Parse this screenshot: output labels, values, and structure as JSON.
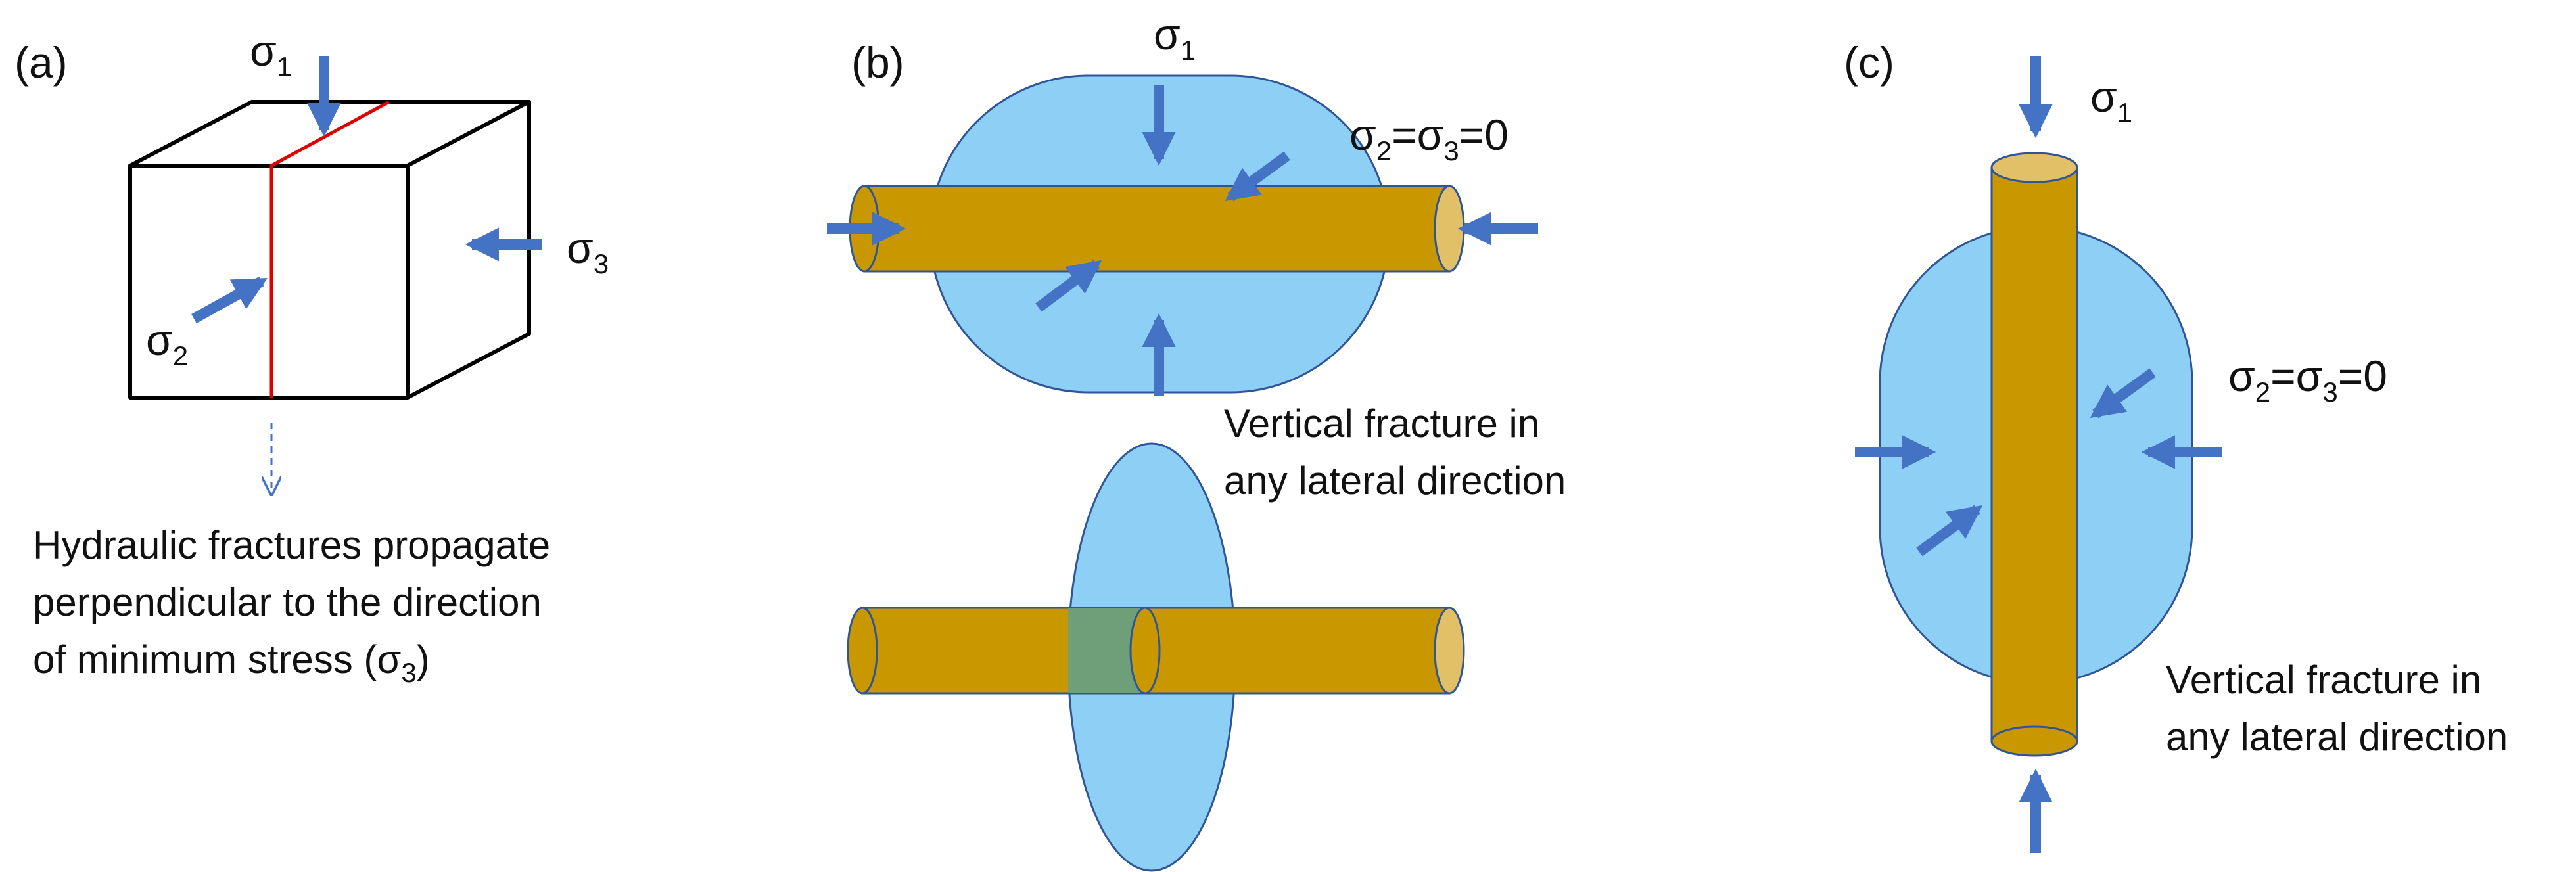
{
  "colors": {
    "arrow": "#4472C4",
    "rod": "#C99700",
    "rod_end": "#E2C067",
    "fluid": "#8ECFF5",
    "fluid_stroke": "#2F5597",
    "overlap": "#6E9F78",
    "fracture": "#E00000",
    "box": "#000000"
  },
  "panel_a": {
    "tag": "(a)",
    "sigma1": {
      "base": "σ",
      "sub": "1"
    },
    "sigma2": {
      "base": "σ",
      "sub": "2"
    },
    "sigma3": {
      "base": "σ",
      "sub": "3"
    },
    "caption_line1": "Hydraulic fractures propagate",
    "caption_line2": "perpendicular to the direction",
    "caption_line3_main": "of minimum stress (",
    "caption_line3_sigma": "σ",
    "caption_line3_sub": "3",
    "caption_line3_end": ")"
  },
  "panel_b": {
    "tag": "(b)",
    "sigma1": {
      "base": "σ",
      "sub": "1"
    },
    "stress_eq": {
      "s": "σ",
      "sub2": "2",
      "eq1": "=",
      "sub3": "3",
      "eq2": "=0"
    },
    "caption_line1": "Vertical fracture in",
    "caption_line2": "any lateral direction"
  },
  "panel_c": {
    "tag": "(c)",
    "sigma1": {
      "base": "σ",
      "sub": "1"
    },
    "stress_eq": {
      "s": "σ",
      "sub2": "2",
      "eq1": "=",
      "sub3": "3",
      "eq2": "=0"
    },
    "caption_line1": "Vertical fracture in",
    "caption_line2": "any lateral direction"
  }
}
